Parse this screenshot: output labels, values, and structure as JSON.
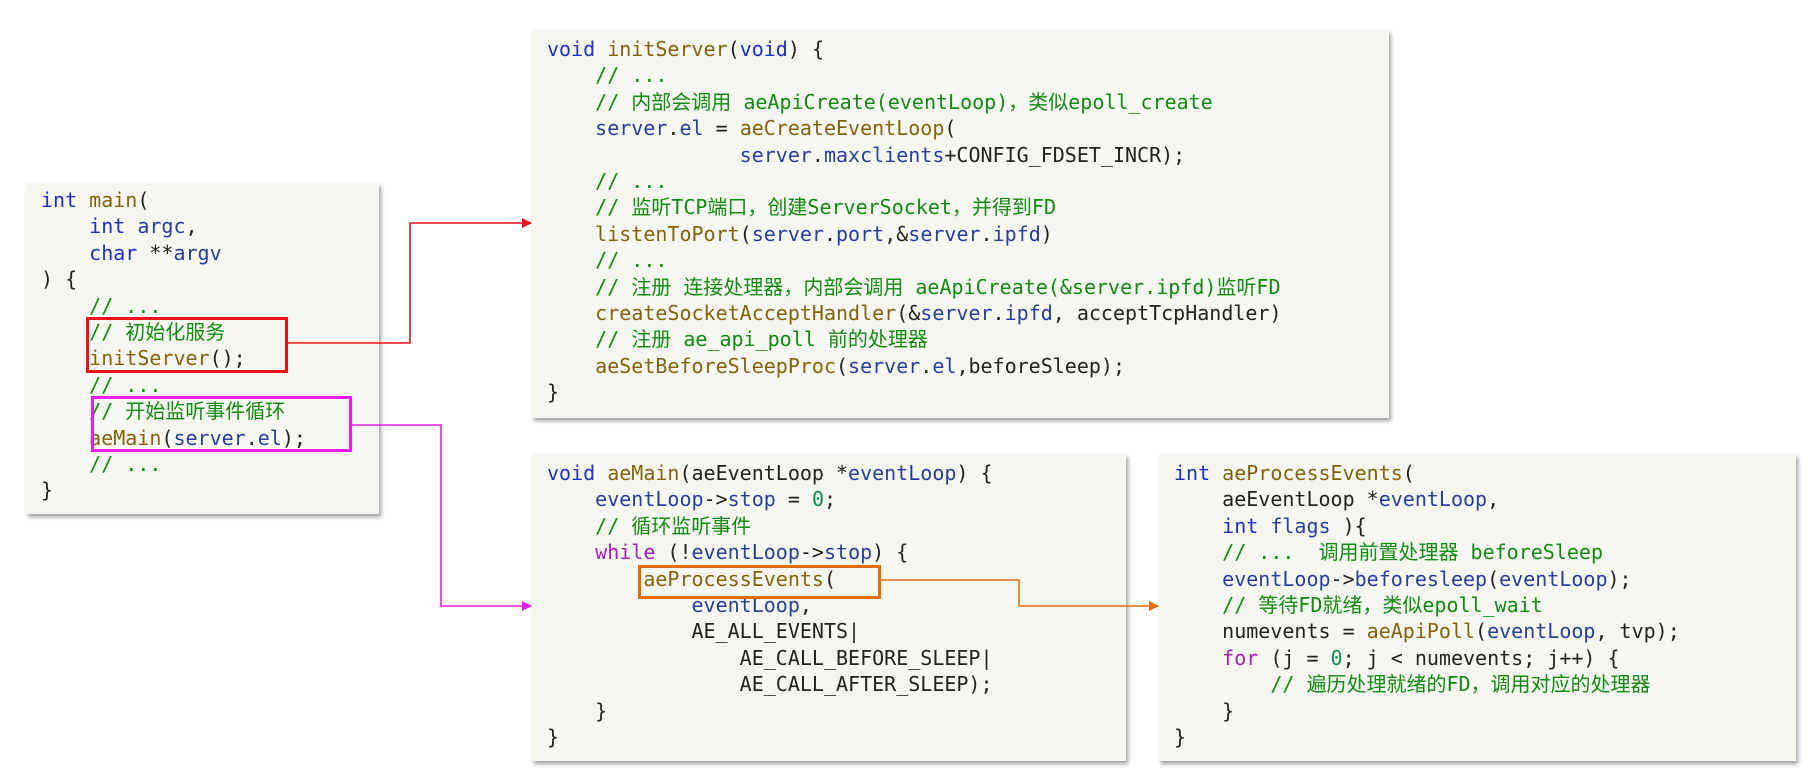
{
  "colors": {
    "panel_bg": "#f6f7f0",
    "keyword": "#1f2ec6",
    "keyword_control": "#a01fb8",
    "function": "#85620d",
    "variable": "#283e9a",
    "comment": "#128a12",
    "number": "#0f8f47",
    "text": "#222222",
    "highlight_init": "#e8121a",
    "highlight_main": "#e81ee8",
    "highlight_process": "#e36c0a"
  },
  "panels": [
    {
      "name": "main-panel",
      "lines": [
        [
          [
            "kw",
            "int"
          ],
          [
            "txt",
            " "
          ],
          [
            "fn",
            "main"
          ],
          [
            "txt",
            "("
          ]
        ],
        [
          [
            "txt",
            "    "
          ],
          [
            "kw",
            "int"
          ],
          [
            "txt",
            " "
          ],
          [
            "var",
            "argc"
          ],
          [
            "txt",
            ","
          ]
        ],
        [
          [
            "txt",
            "    "
          ],
          [
            "kw",
            "char"
          ],
          [
            "txt",
            " **"
          ],
          [
            "var",
            "argv"
          ]
        ],
        [
          [
            "txt",
            ") {"
          ]
        ],
        [
          [
            "txt",
            "    "
          ],
          [
            "cm",
            "// ..."
          ]
        ],
        [
          [
            "txt",
            "    "
          ],
          [
            "cm",
            "// 初始化服务"
          ]
        ],
        [
          [
            "txt",
            "    "
          ],
          [
            "fn",
            "initServer"
          ],
          [
            "txt",
            "();"
          ]
        ],
        [
          [
            "txt",
            "    "
          ],
          [
            "cm",
            "// ..."
          ]
        ],
        [
          [
            "txt",
            "    "
          ],
          [
            "cm",
            "// 开始监听事件循环"
          ]
        ],
        [
          [
            "txt",
            "    "
          ],
          [
            "fn",
            "aeMain"
          ],
          [
            "txt",
            "("
          ],
          [
            "var",
            "server"
          ],
          [
            "txt",
            "."
          ],
          [
            "var",
            "el"
          ],
          [
            "txt",
            ");"
          ]
        ],
        [
          [
            "txt",
            "    "
          ],
          [
            "cm",
            "// ..."
          ]
        ],
        [
          [
            "txt",
            "}"
          ]
        ]
      ]
    },
    {
      "name": "init-server-panel",
      "lines": [
        [
          [
            "kw",
            "void"
          ],
          [
            "txt",
            " "
          ],
          [
            "fn",
            "initServer"
          ],
          [
            "txt",
            "("
          ],
          [
            "kw",
            "void"
          ],
          [
            "txt",
            ") {"
          ]
        ],
        [
          [
            "txt",
            "    "
          ],
          [
            "cm",
            "// ..."
          ]
        ],
        [
          [
            "txt",
            "    "
          ],
          [
            "cm",
            "// 内部会调用 aeApiCreate(eventLoop)，类似epoll_create"
          ]
        ],
        [
          [
            "txt",
            "    "
          ],
          [
            "var",
            "server"
          ],
          [
            "txt",
            "."
          ],
          [
            "var",
            "el"
          ],
          [
            "txt",
            " = "
          ],
          [
            "fn",
            "aeCreateEventLoop"
          ],
          [
            "txt",
            "("
          ]
        ],
        [
          [
            "txt",
            "                "
          ],
          [
            "var",
            "server"
          ],
          [
            "txt",
            "."
          ],
          [
            "var",
            "maxclients"
          ],
          [
            "txt",
            "+CONFIG_FDSET_INCR);"
          ]
        ],
        [
          [
            "txt",
            "    "
          ],
          [
            "cm",
            "// ..."
          ]
        ],
        [
          [
            "txt",
            "    "
          ],
          [
            "cm",
            "// 监听TCP端口，创建ServerSocket，并得到FD"
          ]
        ],
        [
          [
            "txt",
            "    "
          ],
          [
            "fn",
            "listenToPort"
          ],
          [
            "txt",
            "("
          ],
          [
            "var",
            "server"
          ],
          [
            "txt",
            "."
          ],
          [
            "var",
            "port"
          ],
          [
            "txt",
            ",&"
          ],
          [
            "var",
            "server"
          ],
          [
            "txt",
            "."
          ],
          [
            "var",
            "ipfd"
          ],
          [
            "txt",
            ")"
          ]
        ],
        [
          [
            "txt",
            "    "
          ],
          [
            "cm",
            "// ..."
          ]
        ],
        [
          [
            "txt",
            "    "
          ],
          [
            "cm",
            "// 注册 连接处理器，内部会调用 aeApiCreate(&server.ipfd)监听FD"
          ]
        ],
        [
          [
            "txt",
            "    "
          ],
          [
            "fn",
            "createSocketAcceptHandler"
          ],
          [
            "txt",
            "(&"
          ],
          [
            "var",
            "server"
          ],
          [
            "txt",
            "."
          ],
          [
            "var",
            "ipfd"
          ],
          [
            "txt",
            ", acceptTcpHandler)"
          ]
        ],
        [
          [
            "txt",
            "    "
          ],
          [
            "cm",
            "// 注册 ae_api_poll 前的处理器"
          ]
        ],
        [
          [
            "txt",
            "    "
          ],
          [
            "fn",
            "aeSetBeforeSleepProc"
          ],
          [
            "txt",
            "("
          ],
          [
            "var",
            "server"
          ],
          [
            "txt",
            "."
          ],
          [
            "var",
            "el"
          ],
          [
            "txt",
            ",beforeSleep);"
          ]
        ],
        [
          [
            "txt",
            "}"
          ]
        ]
      ]
    },
    {
      "name": "ae-main-panel",
      "lines": [
        [
          [
            "kw",
            "void"
          ],
          [
            "txt",
            " "
          ],
          [
            "fn",
            "aeMain"
          ],
          [
            "txt",
            "(aeEventLoop *"
          ],
          [
            "var",
            "eventLoop"
          ],
          [
            "txt",
            ") {"
          ]
        ],
        [
          [
            "txt",
            "    "
          ],
          [
            "var",
            "eventLoop"
          ],
          [
            "txt",
            "->"
          ],
          [
            "var",
            "stop"
          ],
          [
            "txt",
            " = "
          ],
          [
            "num",
            "0"
          ],
          [
            "txt",
            ";"
          ]
        ],
        [
          [
            "txt",
            "    "
          ],
          [
            "cm",
            "// 循环监听事件"
          ]
        ],
        [
          [
            "txt",
            "    "
          ],
          [
            "kw2",
            "while"
          ],
          [
            "txt",
            " (!"
          ],
          [
            "var",
            "eventLoop"
          ],
          [
            "txt",
            "->"
          ],
          [
            "var",
            "stop"
          ],
          [
            "txt",
            ") {"
          ]
        ],
        [
          [
            "txt",
            "        "
          ],
          [
            "fn",
            "aeProcessEvents"
          ],
          [
            "txt",
            "("
          ]
        ],
        [
          [
            "txt",
            "            "
          ],
          [
            "var",
            "eventLoop"
          ],
          [
            "txt",
            ","
          ]
        ],
        [
          [
            "txt",
            "            AE_ALL_EVENTS|"
          ]
        ],
        [
          [
            "txt",
            "                AE_CALL_BEFORE_SLEEP|"
          ]
        ],
        [
          [
            "txt",
            "                AE_CALL_AFTER_SLEEP);"
          ]
        ],
        [
          [
            "txt",
            "    }"
          ]
        ],
        [
          [
            "txt",
            "}"
          ]
        ]
      ]
    },
    {
      "name": "ae-process-events-panel",
      "lines": [
        [
          [
            "kw",
            "int"
          ],
          [
            "txt",
            " "
          ],
          [
            "fn",
            "aeProcessEvents"
          ],
          [
            "txt",
            "("
          ]
        ],
        [
          [
            "txt",
            "    aeEventLoop *"
          ],
          [
            "var",
            "eventLoop"
          ],
          [
            "txt",
            ","
          ]
        ],
        [
          [
            "txt",
            "    "
          ],
          [
            "kw",
            "int"
          ],
          [
            "txt",
            " "
          ],
          [
            "var",
            "flags"
          ],
          [
            "txt",
            " ){"
          ]
        ],
        [
          [
            "txt",
            "    "
          ],
          [
            "cm",
            "// ...  调用前置处理器 beforeSleep"
          ]
        ],
        [
          [
            "txt",
            "    "
          ],
          [
            "var",
            "eventLoop"
          ],
          [
            "txt",
            "->"
          ],
          [
            "var",
            "beforesleep"
          ],
          [
            "txt",
            "("
          ],
          [
            "var",
            "eventLoop"
          ],
          [
            "txt",
            ");"
          ]
        ],
        [
          [
            "txt",
            "    "
          ],
          [
            "cm",
            "// 等待FD就绪，类似epoll_wait"
          ]
        ],
        [
          [
            "txt",
            "    numevents = "
          ],
          [
            "fn",
            "aeApiPoll"
          ],
          [
            "txt",
            "("
          ],
          [
            "var",
            "eventLoop"
          ],
          [
            "txt",
            ", tvp);"
          ]
        ],
        [
          [
            "txt",
            "    "
          ],
          [
            "kw2",
            "for"
          ],
          [
            "txt",
            " (j = "
          ],
          [
            "num",
            "0"
          ],
          [
            "txt",
            "; j < numevents; j++) {"
          ]
        ],
        [
          [
            "txt",
            "        "
          ],
          [
            "cm",
            "// 遍历处理就绪的FD，调用对应的处理器"
          ]
        ],
        [
          [
            "txt",
            "    }"
          ]
        ],
        [
          [
            "txt",
            "}"
          ]
        ]
      ]
    }
  ]
}
